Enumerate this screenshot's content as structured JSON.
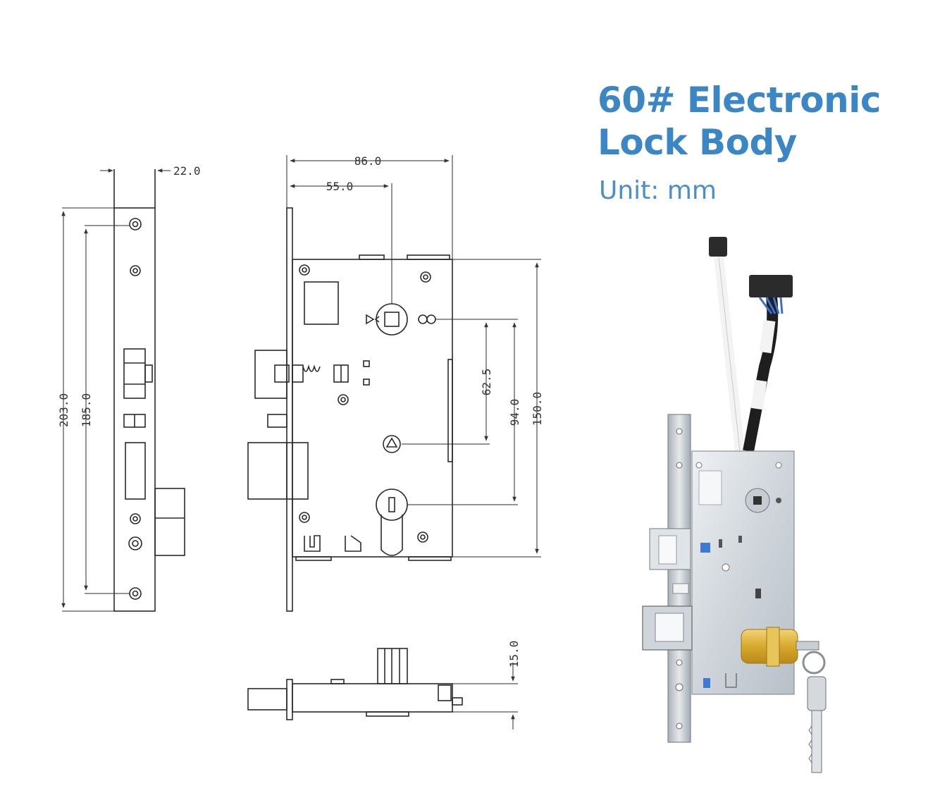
{
  "header": {
    "title_line1": "60# Electronic",
    "title_line2": "Lock Body",
    "unit": "Unit: mm"
  },
  "dimensions": {
    "faceplate_thickness": "22.0",
    "overall_height": "203.0",
    "screw_spacing": "185.0",
    "body_width": "86.0",
    "backset": "55.0",
    "body_height": "150.0",
    "spindle_to_cylinder": "94.0",
    "spindle_to_lower": "62.5",
    "bottom_depth": "15.0"
  },
  "colors": {
    "title": "#3b86c4",
    "line": "#2a2a2a",
    "lock_metal": "#d9dde2",
    "cylinder_brass": "#e0b63c"
  }
}
